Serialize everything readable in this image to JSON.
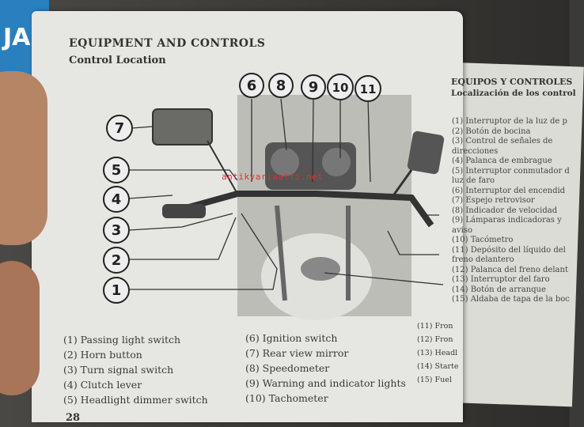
{
  "left_page": {
    "header": "EQUIPMENT AND CONTROLS",
    "subheader": "Control Location",
    "page_number": "28",
    "legend_col1": [
      "(1) Passing light switch",
      "(2) Horn button",
      "(3) Turn signal switch",
      "(4) Clutch lever",
      "(5) Headlight dimmer switch"
    ],
    "legend_col2": [
      "(6) Ignition switch",
      "(7) Rear view mirror",
      "(8) Speedometer",
      "(9) Warning and indicator lights",
      "(10) Tachometer"
    ],
    "legend_col3": [
      "(11) Fron",
      "(12) Fron",
      "(13) Headl",
      "(14) Starte",
      "(15) Fuel"
    ]
  },
  "callouts": [
    "1",
    "2",
    "3",
    "4",
    "5",
    "6",
    "7",
    "8",
    "9",
    "10",
    "11"
  ],
  "watermark": "antikvariaatti.net",
  "blue_book_text": "JA",
  "right_page": {
    "title": "EQUIPOS Y CONTROLES",
    "subtitle": "Localización de los control",
    "items": [
      "(1) Interruptor de la luz de p",
      "(2) Botón de bocina",
      "(3) Control de señales de",
      "      direcciones",
      "(4) Palanca de embrague",
      "(5) Interruptor conmutador d",
      "      luz de faro",
      "(6) Interruptor del encendid",
      "(7) Espejo retrovisor",
      "(8) Indicador de velocidad",
      "(9) Lámparas indicadoras y",
      "      aviso",
      "(10) Tacómetro",
      "(11) Depósito del líquido del",
      "      freno delantero",
      "(12) Palanca del freno delant",
      "(13) Interruptor del faro",
      "(14) Botón de arranque",
      "(15) Aldaba de tapa de la boc"
    ]
  }
}
